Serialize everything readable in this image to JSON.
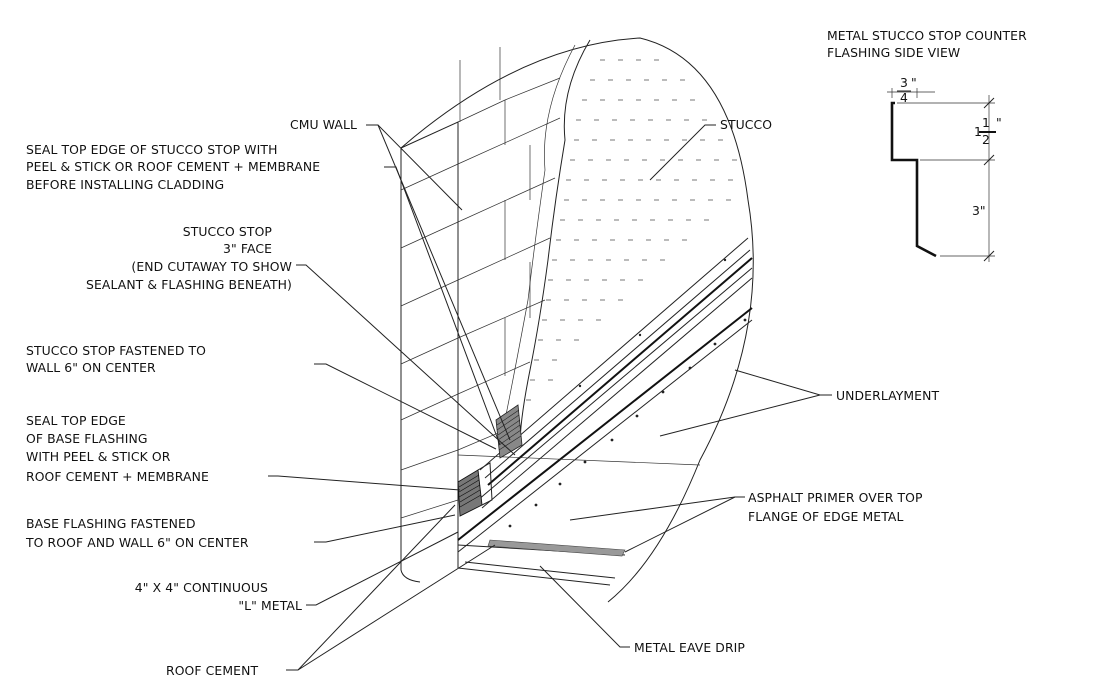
{
  "title": {
    "line1": "METAL STUCCO STOP COUNTER",
    "line2": "FLASHING SIDE VIEW"
  },
  "labels": {
    "cmu_wall": "CMU WALL",
    "stucco": "STUCCO",
    "seal_stucco_stop": [
      "SEAL TOP EDGE OF STUCCO STOP WITH",
      "PEEL & STICK OR ROOF CEMENT + MEMBRANE",
      "BEFORE INSTALLING CLADDING"
    ],
    "stucco_stop": [
      "STUCCO STOP",
      "3\" FACE",
      "(END CUTAWAY TO SHOW",
      "SEALANT & FLASHING BENEATH)"
    ],
    "stucco_stop_fastened": [
      "STUCCO STOP FASTENED TO",
      "WALL 6\" ON CENTER"
    ],
    "seal_base_flashing": [
      "SEAL TOP EDGE",
      "OF BASE FLASHING",
      "WITH PEEL & STICK OR",
      "ROOF CEMENT + MEMBRANE"
    ],
    "base_flashing_fastened": [
      "BASE FLASHING FASTENED",
      "TO ROOF AND WALL 6\" ON CENTER"
    ],
    "l_metal": [
      "4\" X 4\" CONTINUOUS",
      "\"L\" METAL"
    ],
    "roof_cement": "ROOF CEMENT",
    "underlayment": "UNDERLAYMENT",
    "asphalt_primer": [
      "ASPHALT PRIMER OVER TOP",
      "FLANGE OF EDGE METAL"
    ],
    "metal_eave_drip": "METAL EAVE DRIP"
  },
  "dimensions": {
    "top_flange_num": "3",
    "top_flange_den": "4",
    "inch_mark": "\"",
    "mid_whole": "1",
    "mid_num": "1",
    "mid_den": "2",
    "face": "3\""
  }
}
